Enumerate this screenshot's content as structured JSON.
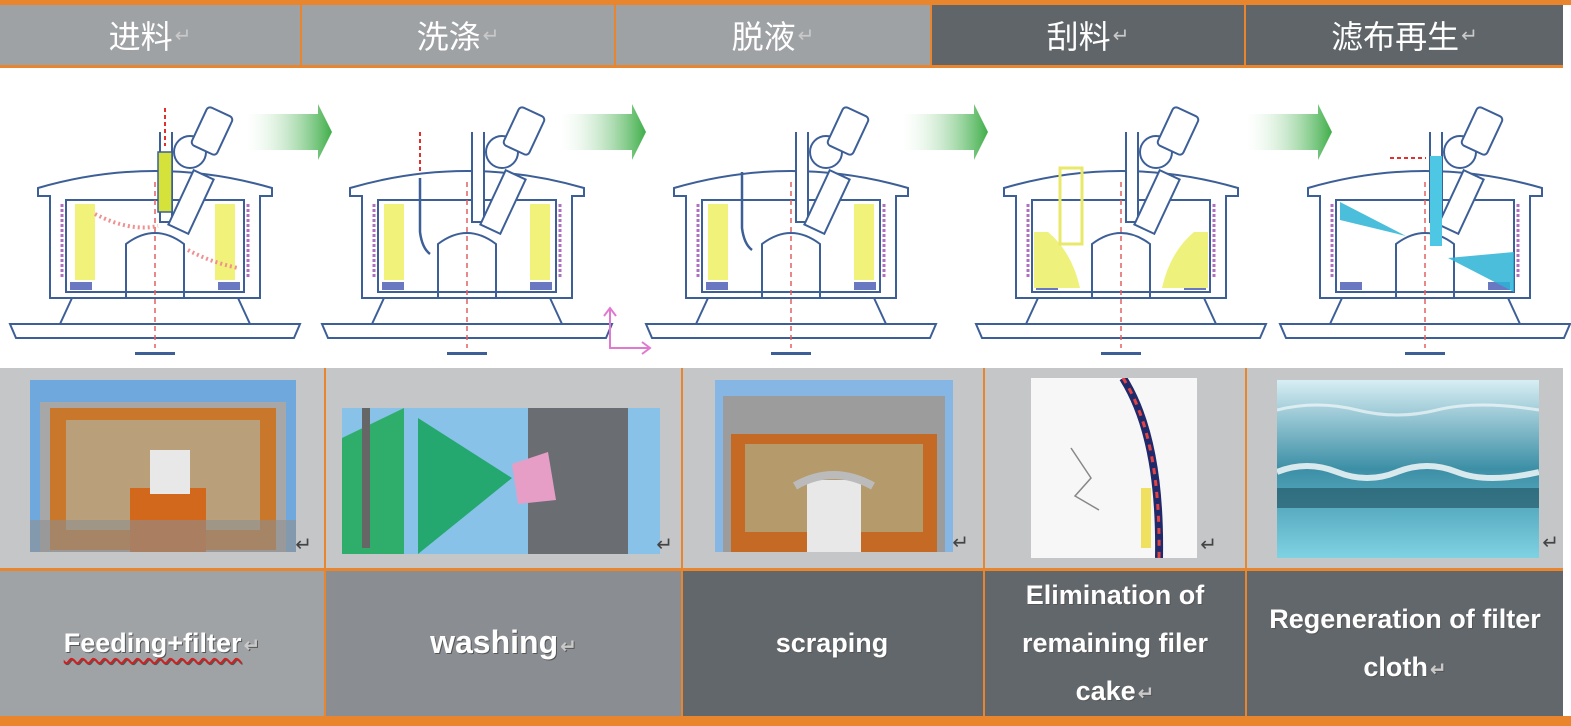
{
  "header": {
    "steps": [
      {
        "label": "进料",
        "mark": "↵"
      },
      {
        "label": "洗涤",
        "mark": "↵"
      },
      {
        "label": "脱液",
        "mark": "↵"
      },
      {
        "label": "刮料",
        "mark": "↵"
      },
      {
        "label": "滤布再生",
        "mark": "↵"
      }
    ]
  },
  "labels": {
    "items": [
      {
        "text": "Feeding+filter",
        "mark": "↵"
      },
      {
        "text": "washing",
        "mark": "↵"
      },
      {
        "text": "scraping",
        "mark": ""
      },
      {
        "text": "Elimination of remaining filer cake",
        "mark": "↵"
      },
      {
        "text": "Regeneration of filter cloth",
        "mark": "↵"
      }
    ]
  },
  "photos": {
    "mark": "↵"
  },
  "colors": {
    "accent_orange": "#e9852d",
    "header_light": "#9fa2a5",
    "header_dark": "#60656a",
    "label_dark": "#62676c",
    "arrow_green": "#4caf50"
  }
}
